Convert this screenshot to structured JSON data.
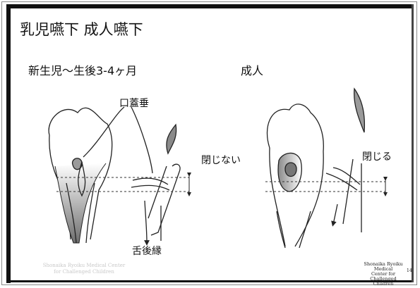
{
  "slide": {
    "title": "乳児嚥下 成人嚥下",
    "infant_heading": "新生児～生後3-4ヶ月",
    "adult_heading": "成人",
    "labels": {
      "uvula": "口蓋垂",
      "not_closed": "閉じない",
      "closed": "閉じる",
      "tongue_back": "舌後縁"
    },
    "credit_lines": [
      "Shonaika Ryoiku Medical",
      "Center for Challenged",
      "Children"
    ],
    "page_number": "14",
    "watermark_lines": [
      "Shonaika Ryoiku Medical Center",
      "for Challenged Children"
    ]
  }
}
